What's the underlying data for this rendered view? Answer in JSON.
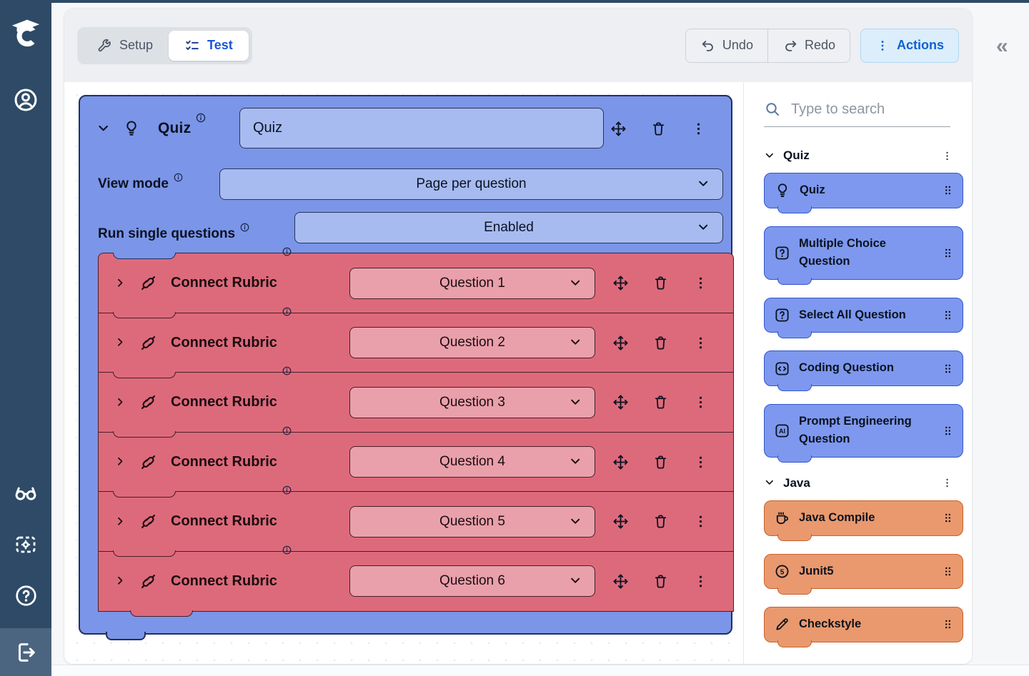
{
  "topbar": {
    "tabs": [
      {
        "label": "Setup"
      },
      {
        "label": "Test"
      }
    ],
    "undo_label": "Undo",
    "redo_label": "Redo",
    "actions_label": "Actions",
    "collapse_icon": "«"
  },
  "canvas": {
    "quiz_block": {
      "type_label": "Quiz",
      "name_value": "Quiz",
      "settings": [
        {
          "label": "View mode",
          "value": "Page per question"
        },
        {
          "label": "Run single questions",
          "value": "Enabled"
        }
      ],
      "children": [
        {
          "type_label": "Connect Rubric",
          "value": "Question 1"
        },
        {
          "type_label": "Connect Rubric",
          "value": "Question 2"
        },
        {
          "type_label": "Connect Rubric",
          "value": "Question 3"
        },
        {
          "type_label": "Connect Rubric",
          "value": "Question 4"
        },
        {
          "type_label": "Connect Rubric",
          "value": "Question 5"
        },
        {
          "type_label": "Connect Rubric",
          "value": "Question 6"
        }
      ]
    }
  },
  "palette": {
    "search_placeholder": "Type to search",
    "sections": [
      {
        "label": "Quiz",
        "blocks": [
          {
            "label": "Quiz",
            "icon": "lightbulb-icon",
            "color": "blue"
          },
          {
            "label": "Multiple Choice Question",
            "icon": "question-square-icon",
            "color": "blue"
          },
          {
            "label": "Select All Question",
            "icon": "question-square-icon",
            "color": "blue"
          },
          {
            "label": "Coding Question",
            "icon": "code-square-icon",
            "color": "blue"
          },
          {
            "label": "Prompt Engineering Question",
            "icon": "ai-square-icon",
            "color": "blue"
          }
        ]
      },
      {
        "label": "Java",
        "blocks": [
          {
            "label": "Java Compile",
            "icon": "coffee-icon",
            "color": "orange"
          },
          {
            "label": "Junit5",
            "icon": "circled-5-icon",
            "color": "orange"
          },
          {
            "label": "Checkstyle",
            "icon": "pencil-icon",
            "color": "orange"
          }
        ]
      }
    ]
  },
  "colors": {
    "rail": "#2e4a66",
    "accent_blue": "#1a56db",
    "block_blue": "#7b95e8",
    "block_blue_border": "#22305c",
    "block_red": "#dd6a7b",
    "block_red_border": "#471e28",
    "palette_blue": "#7d98ee",
    "palette_orange": "#e9996d"
  }
}
